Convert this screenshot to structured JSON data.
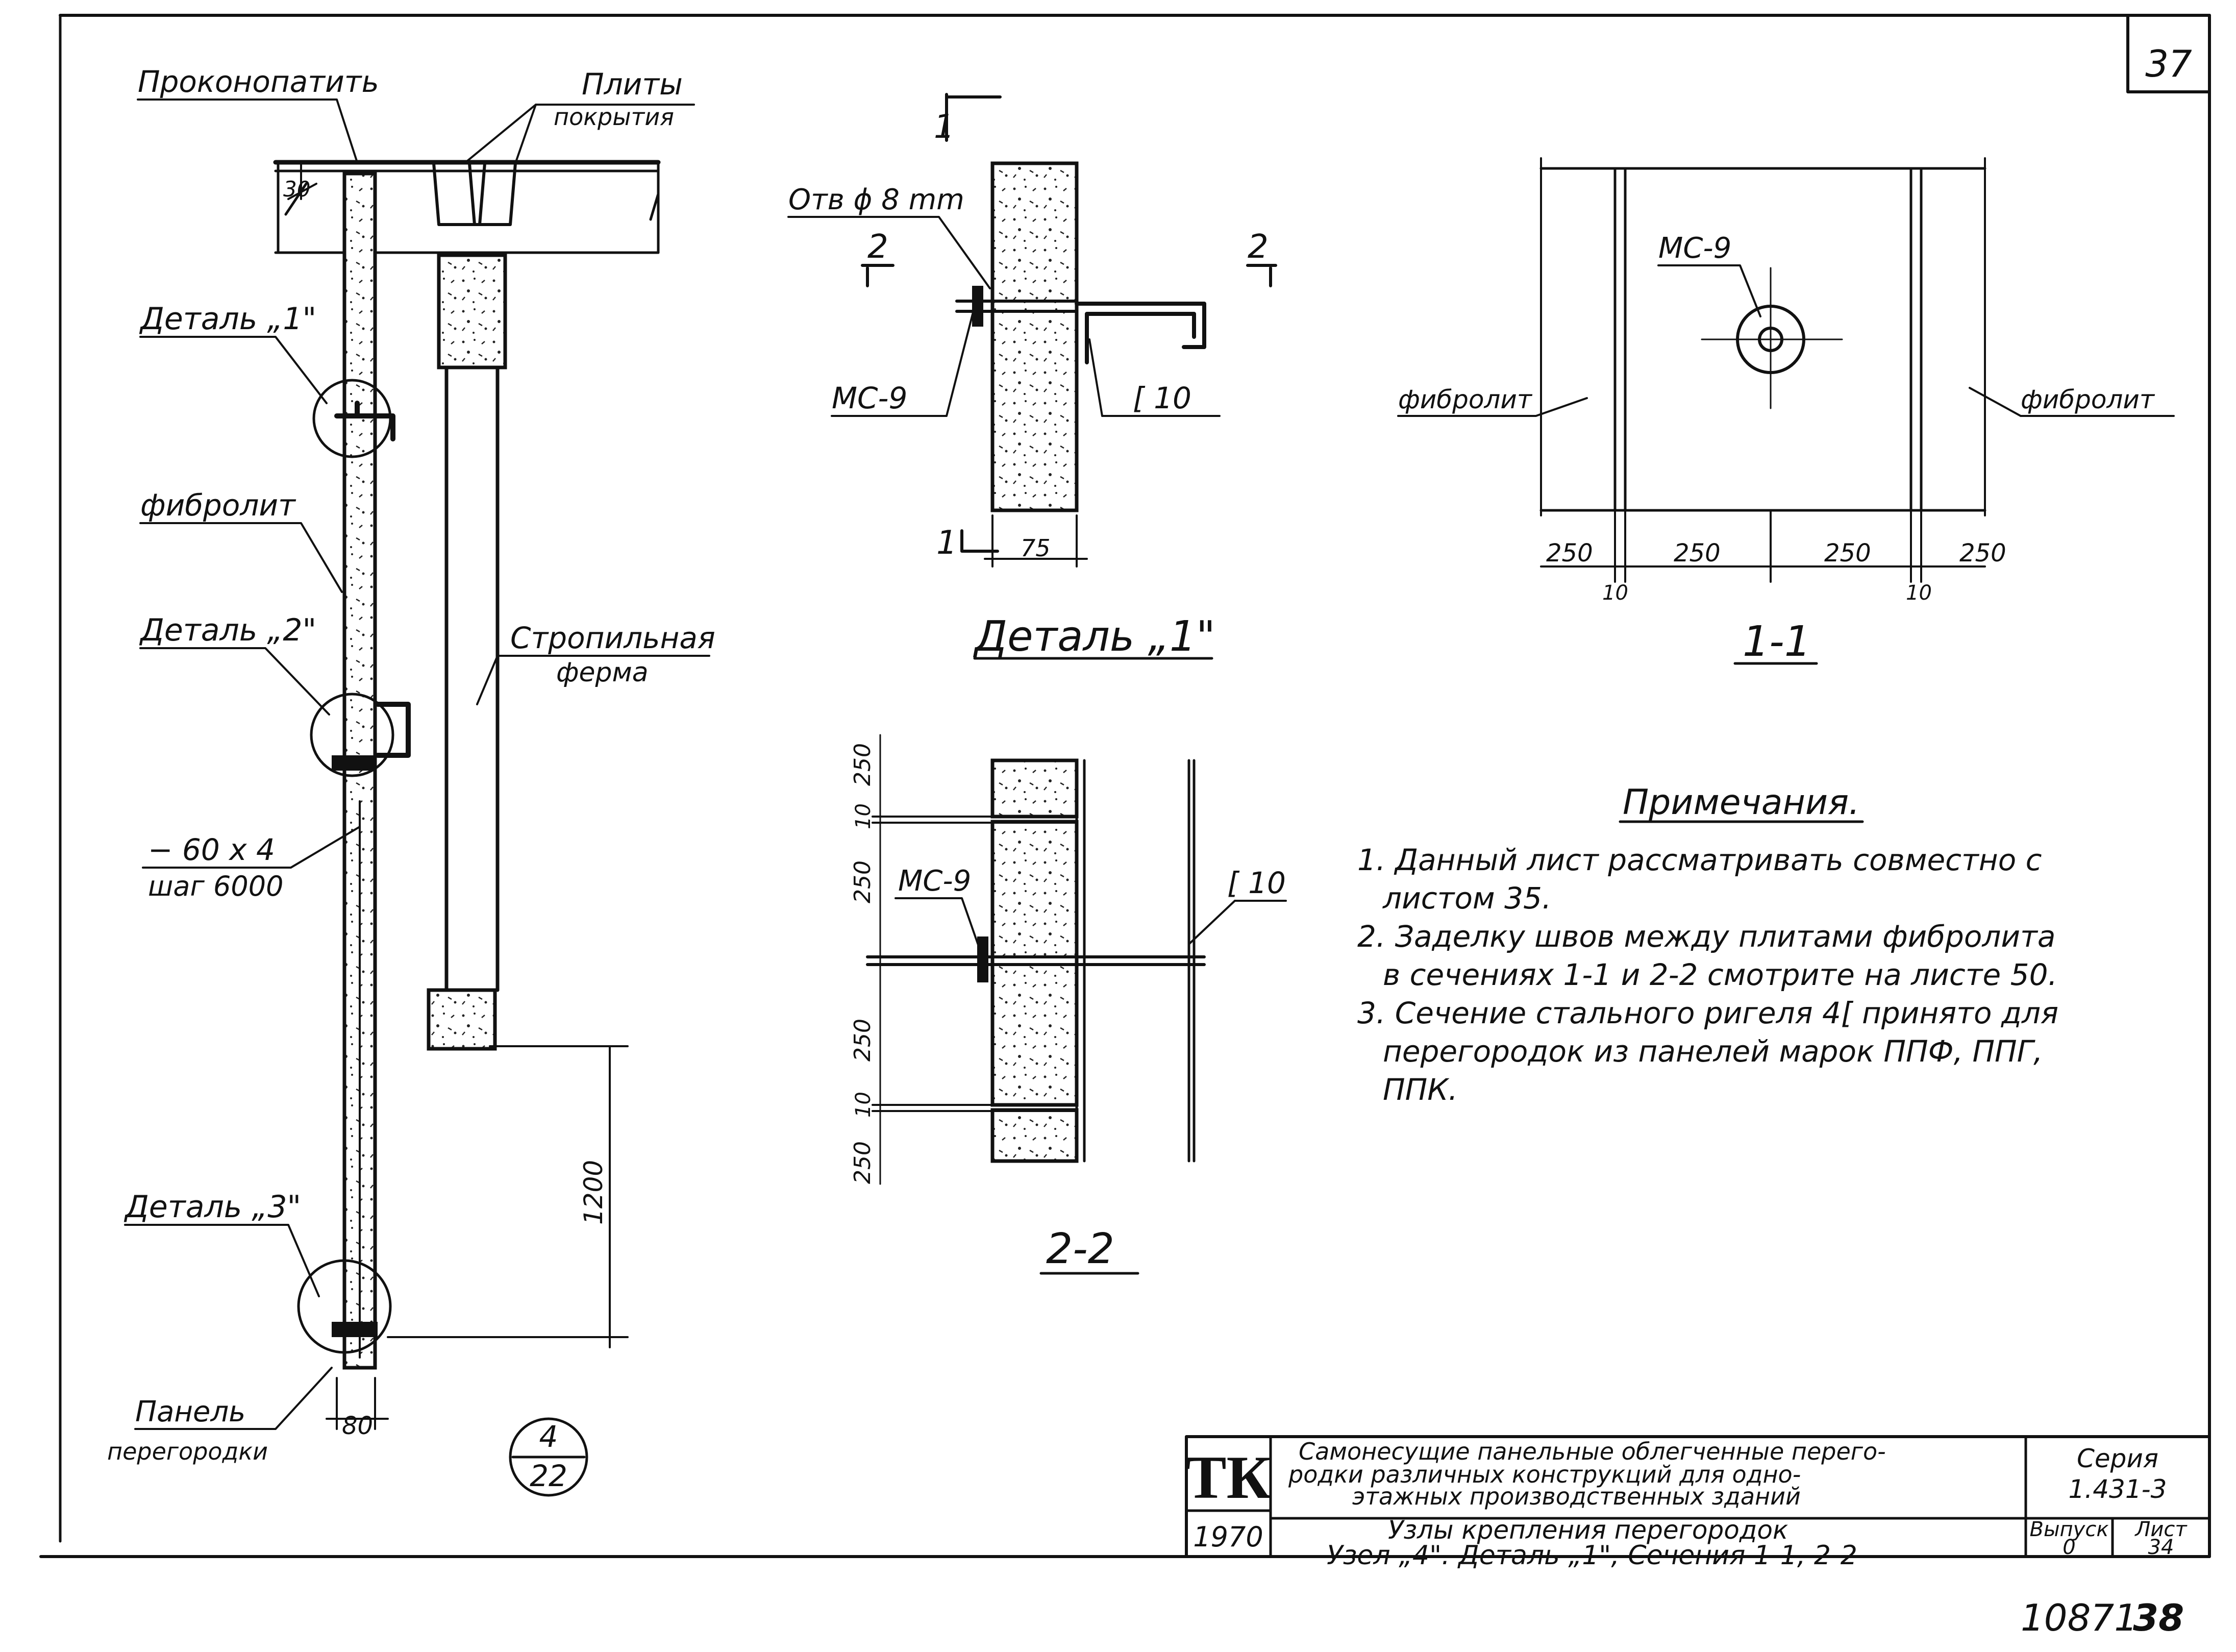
{
  "sheet": {
    "sheet_number": "37",
    "inventory": "10871",
    "inventory_page": "38"
  },
  "left_section": {
    "label_caulk": "Проконопатить",
    "label_slabs_line1": "Плиты",
    "label_slabs_line2": "покрытия",
    "label_detail1": "Деталь „1\"",
    "label_fibrolite": "фибролит",
    "label_detail2": "Деталь „2\"",
    "label_strip_line1": "− 60 x 4",
    "label_strip_line2": "шаг 6000",
    "label_truss_line1": "Стропильная",
    "label_truss_line2": "ферма",
    "label_detail3": "Деталь „3\"",
    "label_panel_line1": "Панель",
    "label_panel_line2": "перегородки",
    "dim_30": "30",
    "dim_1200": "1200",
    "dim_80": "80",
    "node_ref_top": "4",
    "node_ref_bottom": "22"
  },
  "detail1": {
    "section_mark_top": "1",
    "section_mark_bottom": "1",
    "cut_mark_left": "2",
    "cut_mark_right": "2",
    "label_hole": "Отв ϕ 8 mm",
    "label_mc9": "МС-9",
    "label_channel": "[ 10",
    "dim_75": "75",
    "title": "Деталь „1\""
  },
  "section11": {
    "label_mc9": "МС-9",
    "label_fibrolite_left": "фибролит",
    "label_fibrolite_right": "фибролит",
    "dims": [
      "250",
      "250",
      "250",
      "250"
    ],
    "dims_small": [
      "10",
      "10"
    ],
    "title": "1-1"
  },
  "section22": {
    "dims": [
      "250",
      "10",
      "250",
      "250",
      "10",
      "250"
    ],
    "label_mc9": "МС-9",
    "label_channel": "[ 10",
    "title": "2-2"
  },
  "notes": {
    "heading": "Примечания.",
    "lines": [
      "1. Данный лист рассматривать совместно с",
      "листом 35.",
      "2. Заделку швов между плитами фибролита",
      "в сечениях 1-1 и 2-2 смотрите на листе 50.",
      "3. Сечение стального ригеля 4[ принято для",
      "перегородок из панелей марок ППФ, ППГ,",
      "ППК."
    ]
  },
  "title_block": {
    "logo": "ТК",
    "year": "1970",
    "title_line1": "Самонесущие панельные облегченные перего-",
    "title_line2": "родки различных конструкций для одно-",
    "title_line3": "этажных производственных зданий",
    "subtitle_line1": "Узлы крепления перегородок",
    "subtitle_line2": "Узел „4\". Деталь „1\", Сечения 1-1, 2-2",
    "series_label": "Серия",
    "series_value": "1.431-3",
    "issue_label": "Выпуск",
    "issue_value": "0",
    "sheet_label": "Лист",
    "sheet_value": "34"
  }
}
